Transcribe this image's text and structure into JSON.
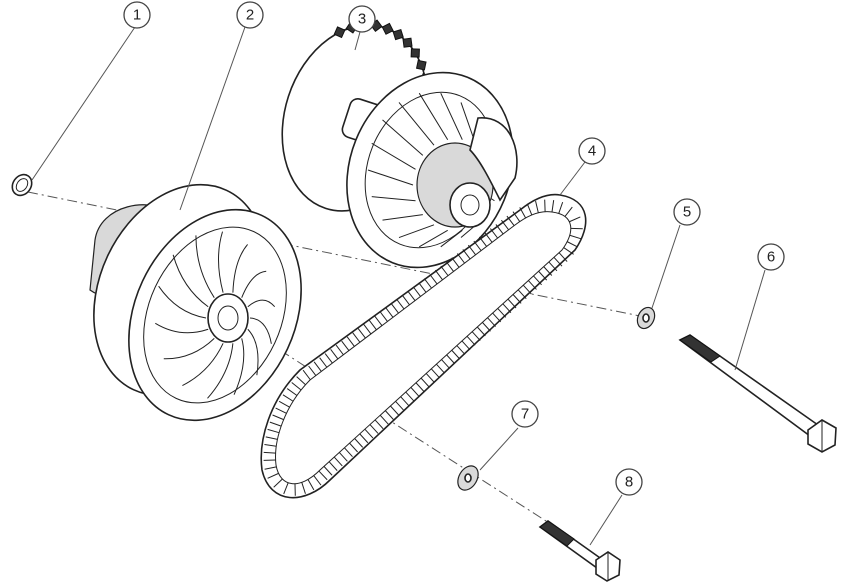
{
  "callouts": [
    {
      "id": "1",
      "label": "1"
    },
    {
      "id": "2",
      "label": "2"
    },
    {
      "id": "3",
      "label": "3"
    },
    {
      "id": "4",
      "label": "4"
    },
    {
      "id": "5",
      "label": "5"
    },
    {
      "id": "6",
      "label": "6"
    },
    {
      "id": "7",
      "label": "7"
    },
    {
      "id": "8",
      "label": "8"
    }
  ],
  "parts": [
    {
      "id": "1",
      "icon": "snap-ring-icon"
    },
    {
      "id": "2",
      "icon": "drive-clutch-icon"
    },
    {
      "id": "3",
      "icon": "driven-clutch-icon"
    },
    {
      "id": "4",
      "icon": "drive-belt-icon"
    },
    {
      "id": "5",
      "icon": "washer-icon"
    },
    {
      "id": "6",
      "icon": "long-bolt-icon"
    },
    {
      "id": "7",
      "icon": "washer-icon"
    },
    {
      "id": "8",
      "icon": "short-bolt-icon"
    }
  ]
}
